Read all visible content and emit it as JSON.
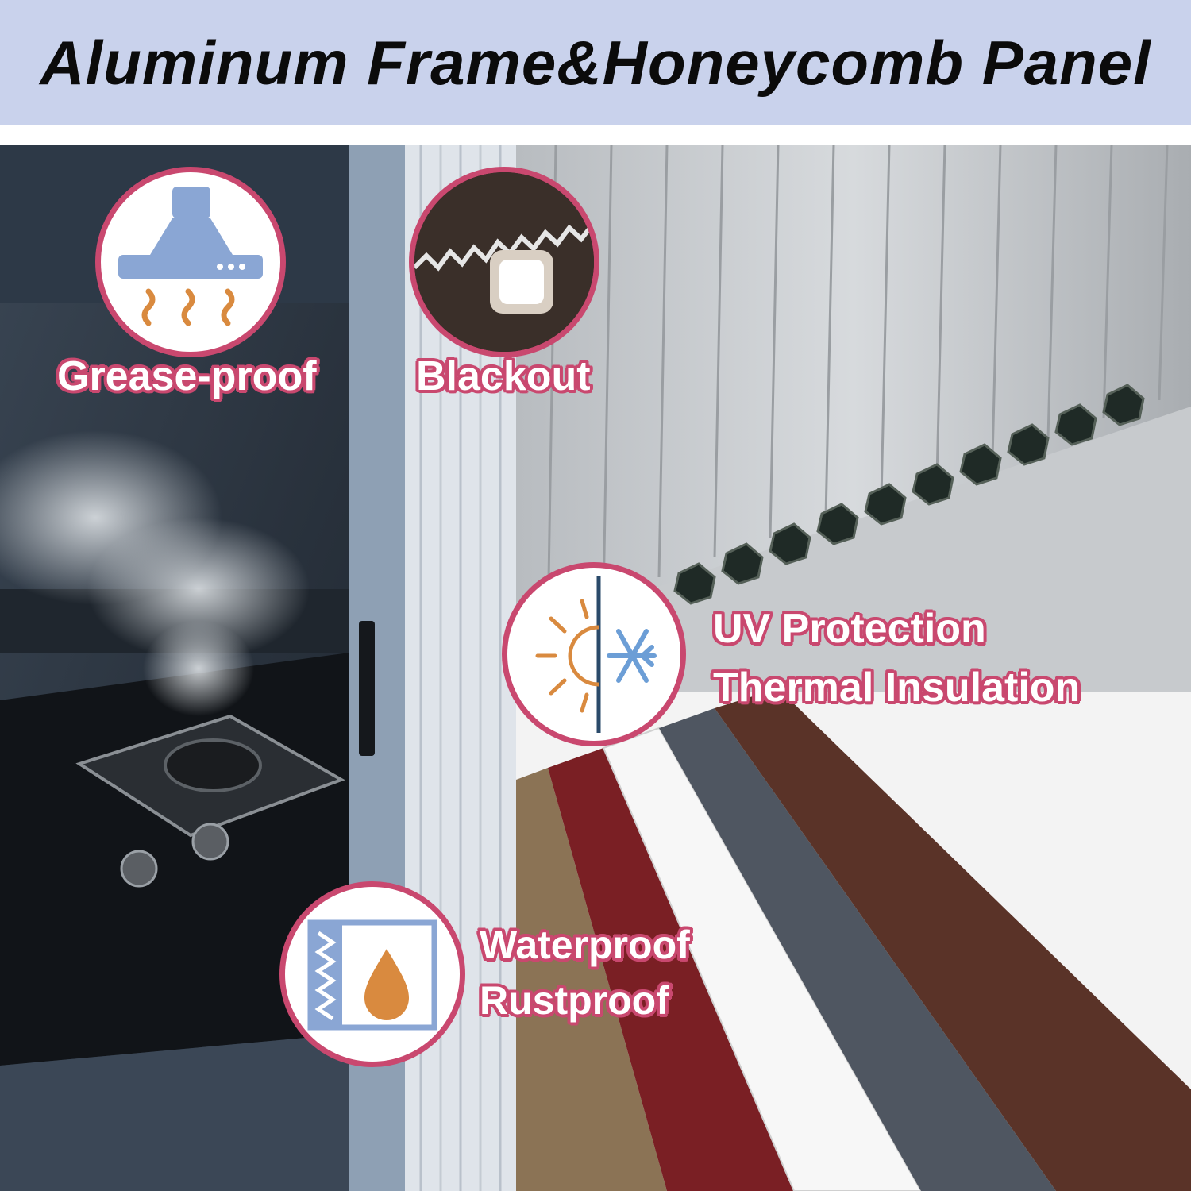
{
  "header": {
    "title": "Aluminum Frame&Honeycomb Panel"
  },
  "features": {
    "grease": {
      "label": "Grease-proof",
      "icon": "range-hood-icon"
    },
    "blackout": {
      "label": "Blackout",
      "icon": "blackout-light-icon"
    },
    "uv": {
      "line1": "UV Protection",
      "line2": "Thermal Insulation",
      "icon": "sun-snowflake-icon"
    },
    "water": {
      "line1": "Waterproof",
      "line2": "Rustproof",
      "icon": "water-drop-icon"
    }
  },
  "colors": {
    "header_bg": "#c9d2ec",
    "accent": "#c9486f",
    "icon_blue": "#8aa6d4",
    "icon_orange": "#d98a3f"
  }
}
